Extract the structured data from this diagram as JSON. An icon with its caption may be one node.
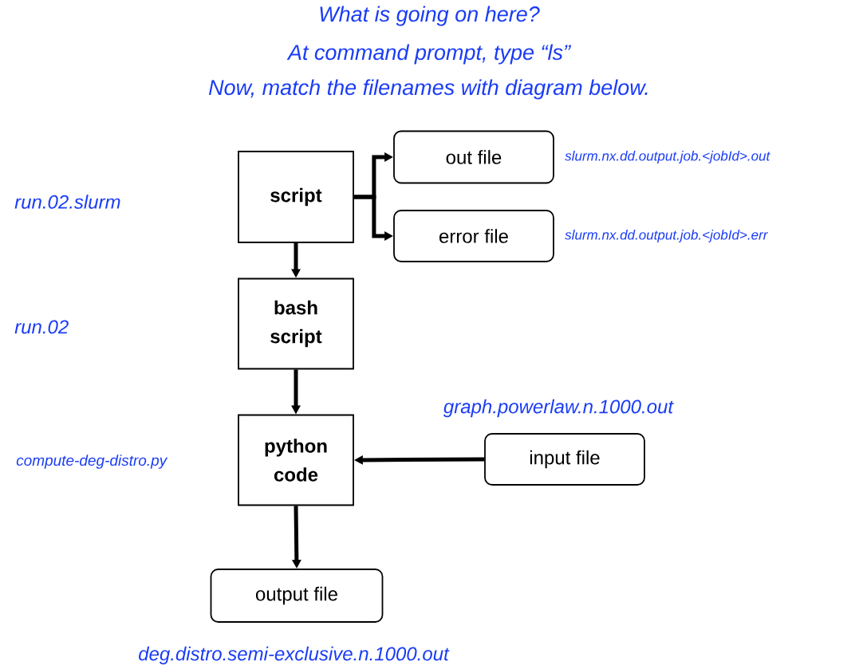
{
  "diagram": {
    "title": "What is going on here?",
    "nodes": [
      {
        "text": [
          "script"
        ]
      },
      {
        "text": [
          "out file"
        ],
        "beside": [
          "slurm.nx.dd.output.job.<jobId>.out"
        ]
      },
      {
        "text": [
          "error file"
        ],
        "beside": [
          "slurm.nx.dd.output.job.<jobId>.err"
        ]
      },
      {
        "text": [
          "bash script"
        ]
      },
      {
        "text": [
          "python code"
        ]
      },
      {
        "text": [
          "input file"
        ],
        "beside": [
          "graph.powerlaw.n.1000.out"
        ]
      },
      {
        "text": [
          "output file"
        ],
        "beside": [
          "deg.distro.semi-exclusive.n.1000.out"
        ]
      }
    ],
    "edges": [
      {
        "from": 0,
        "to": 1,
        "arrow": "to"
      },
      {
        "from": 0,
        "to": 2,
        "arrow": "to"
      },
      {
        "from": 0,
        "to": 3,
        "arrow": "to"
      },
      {
        "from": 3,
        "to": 4,
        "arrow": "to"
      },
      {
        "from": 5,
        "to": 4,
        "arrow": "to"
      },
      {
        "from": 4,
        "to": 6,
        "arrow": "to"
      }
    ],
    "labels": [
      "At command prompt, type “ls”",
      "Now, match the filenames with diagram below.",
      "run.02.slurm",
      "run.02",
      "compute-deg-distro.py"
    ]
  }
}
